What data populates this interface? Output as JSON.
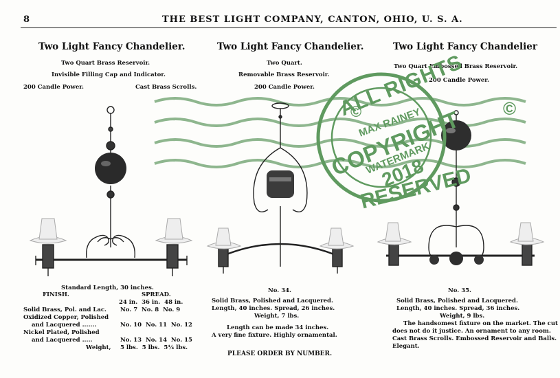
{
  "page": {
    "page_number": "8",
    "header": "THE BEST LIGHT COMPANY, CANTON, OHIO, U. S. A."
  },
  "col1": {
    "title": "Two Light Fancy Chandelier.",
    "line1": "Two Quart Brass Reservoir.",
    "line2": "Invisible Filling Cap and Indicator.",
    "line3a": "200 Candle Power.",
    "line3b": "Cast Brass Scrolls.",
    "std_length": "Standard Length, 30 inches.",
    "finish_hdr": "FINISH.",
    "spread_hdr": "SPREAD.",
    "sizes": "24 in.  36 in.  48 in.",
    "rows": [
      {
        "finish": "Solid Brass, Pol. and Lac.",
        "nums": "No. 7  No. 8  No. 9"
      },
      {
        "finish": "Oxidized Copper, Polished",
        "nums": ""
      },
      {
        "finish": "and Lacquered .......",
        "nums": "No. 10  No. 11  No. 12"
      },
      {
        "finish": "Nickel Plated, Polished",
        "nums": ""
      },
      {
        "finish": "and Lacquered .....",
        "nums": "No. 13  No. 14  No. 15"
      },
      {
        "finish": "Weight,",
        "nums": "5 lbs.  5 lbs.  5¼ lbs."
      }
    ]
  },
  "col2": {
    "title": "Two Light Fancy Chandelier.",
    "line1": "Two Quart.",
    "line2": "Removable Brass Reservoir.",
    "line3": "200 Candle Power.",
    "number": "No. 34.",
    "desc1": "Solid Brass, Polished and Lacquered.",
    "desc2": "Length, 40 inches.  Spread, 26 inches.",
    "desc3": "Weight, 7 lbs.",
    "desc4": "Length can be made 34 inches.",
    "desc5": "A very fine fixture.  Highly ornamental."
  },
  "col3": {
    "title": "Two Light Fancy Chandelier",
    "line1": "Two Quart Embossed Brass Reservoir.",
    "line2": "200 Candle Power.",
    "number": "No. 35.",
    "desc1": "Solid Brass, Polished and Lacquered.",
    "desc2": "Length, 40 inches.  Spread, 36 inches.",
    "desc3": "Weight, 9 lbs.",
    "desc4": "The handsomest fixture on the market.  The cut",
    "desc5": "does not do it justice.  An ornament to any room.",
    "desc6": "Cast Brass Scrolls.  Embossed Reservoir and Balls.",
    "desc7": "Elegant."
  },
  "footer": "PLEASE ORDER BY NUMBER.",
  "stamp": {
    "top": "ALL RIGHTS",
    "copy_sym": "©",
    "name": "MAX RAINEY",
    "big": "COPYRIGHT",
    "mark": "WATERMARK",
    "year": "2018",
    "bottom": "RESERVED",
    "color": "#5f9a5f"
  }
}
